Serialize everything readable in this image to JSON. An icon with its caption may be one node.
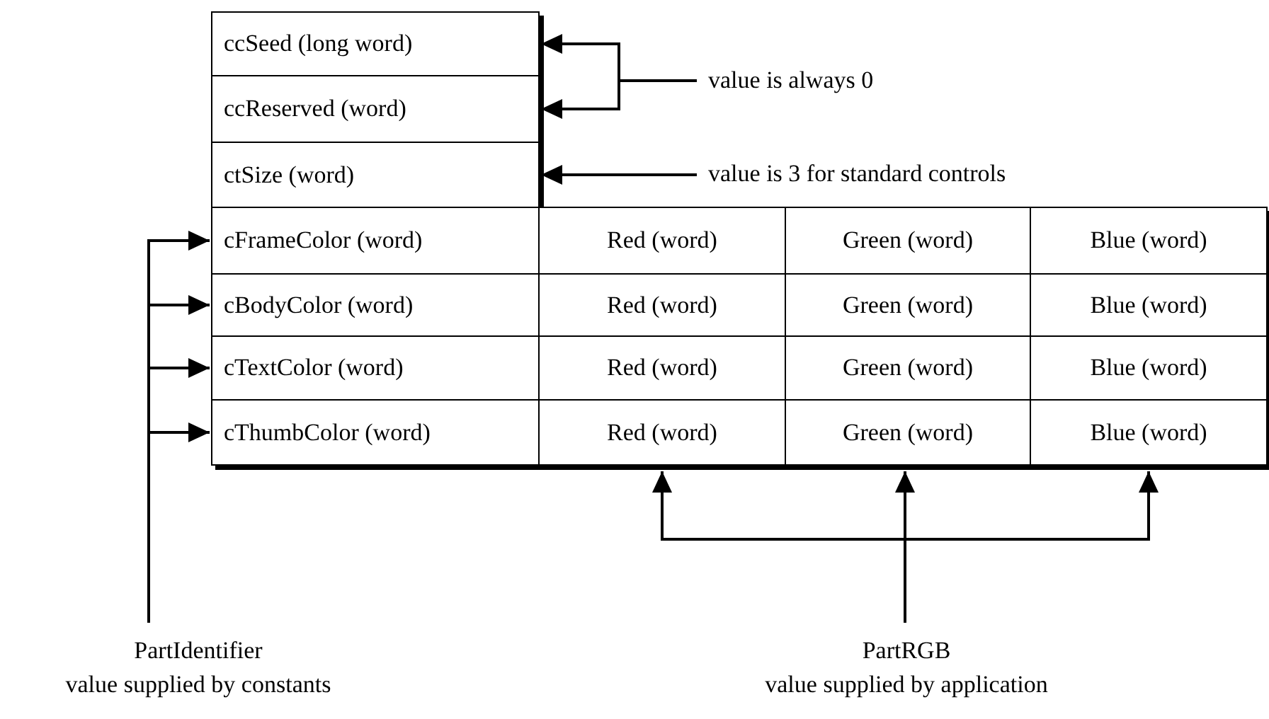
{
  "diagram": {
    "nodes": [
      {
        "text": [
          "ccSeed (long word)"
        ]
      },
      {
        "text": [
          "ccReserved (word)"
        ]
      },
      {
        "text": [
          "ctSize (word)"
        ]
      },
      {
        "text": [
          "cFrameColor (word)"
        ]
      },
      {
        "text": [
          "Red (word)"
        ]
      },
      {
        "text": [
          "Green (word)"
        ]
      },
      {
        "text": [
          "Blue (word)"
        ]
      },
      {
        "text": [
          "cBodyColor (word)"
        ]
      },
      {
        "text": [
          "Red (word)"
        ]
      },
      {
        "text": [
          "Green (word)"
        ]
      },
      {
        "text": [
          "Blue (word)"
        ]
      },
      {
        "text": [
          "cTextColor (word)"
        ]
      },
      {
        "text": [
          "Red (word)"
        ]
      },
      {
        "text": [
          "Green (word)"
        ]
      },
      {
        "text": [
          "Blue (word)"
        ]
      },
      {
        "text": [
          "cThumbColor (word)"
        ]
      },
      {
        "text": [
          "Red (word)"
        ]
      },
      {
        "text": [
          "Green (word)"
        ]
      },
      {
        "text": [
          "Blue (word)"
        ]
      },
      {
        "text": [
          "value is always 0"
        ]
      },
      {
        "text": [
          "value is 3 for standard controls"
        ]
      },
      {
        "text": [
          "PartIdentifier",
          "value supplied by constants"
        ]
      },
      {
        "text": [
          "PartRGB",
          "value supplied by application"
        ]
      }
    ],
    "edges": [
      {
        "from": 19,
        "to": 0,
        "arrow": "to"
      },
      {
        "from": 19,
        "to": 1,
        "arrow": "to"
      },
      {
        "from": 20,
        "to": 2,
        "arrow": "to"
      },
      {
        "from": 21,
        "to": 3,
        "arrow": "to"
      },
      {
        "from": 21,
        "to": 7,
        "arrow": "to"
      },
      {
        "from": 21,
        "to": 11,
        "arrow": "to"
      },
      {
        "from": 21,
        "to": 15,
        "arrow": "to"
      },
      {
        "from": 22,
        "to": 16,
        "arrow": "to"
      },
      {
        "from": 22,
        "to": 17,
        "arrow": "to"
      },
      {
        "from": 22,
        "to": 18,
        "arrow": "to"
      }
    ]
  }
}
